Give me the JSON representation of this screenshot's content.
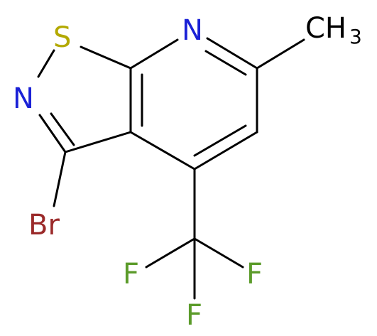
{
  "colors": {
    "bond": "#000000",
    "S": "#b3a900",
    "N": "#1a21d6",
    "Br": "#9b2a2a",
    "F": "#5b9b2a",
    "C": "#000000"
  },
  "atoms": {
    "S": {
      "label": "S"
    },
    "N1": {
      "label": "N"
    },
    "N2": {
      "label": "N"
    },
    "Br": {
      "label": "Br"
    },
    "F1": {
      "label": "F"
    },
    "F2": {
      "label": "F"
    },
    "F3": {
      "label": "F"
    },
    "CH3": {
      "label": "CH",
      "sub": "3"
    }
  }
}
